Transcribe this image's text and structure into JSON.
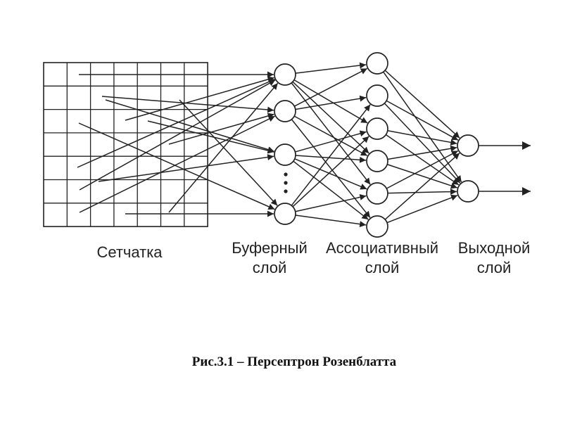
{
  "labels": {
    "retina": "Сетчатка",
    "buffer_line1": "Буферный",
    "buffer_line2": "слой",
    "assoc_line1": "Ассоциативный",
    "assoc_line2": "слой",
    "output_line1": "Выходной",
    "output_line2": "слой"
  },
  "caption": "Рис.3.1 – Персептрон Розенблатта",
  "colors": {
    "ink": "#222222",
    "background": "#ffffff"
  }
}
